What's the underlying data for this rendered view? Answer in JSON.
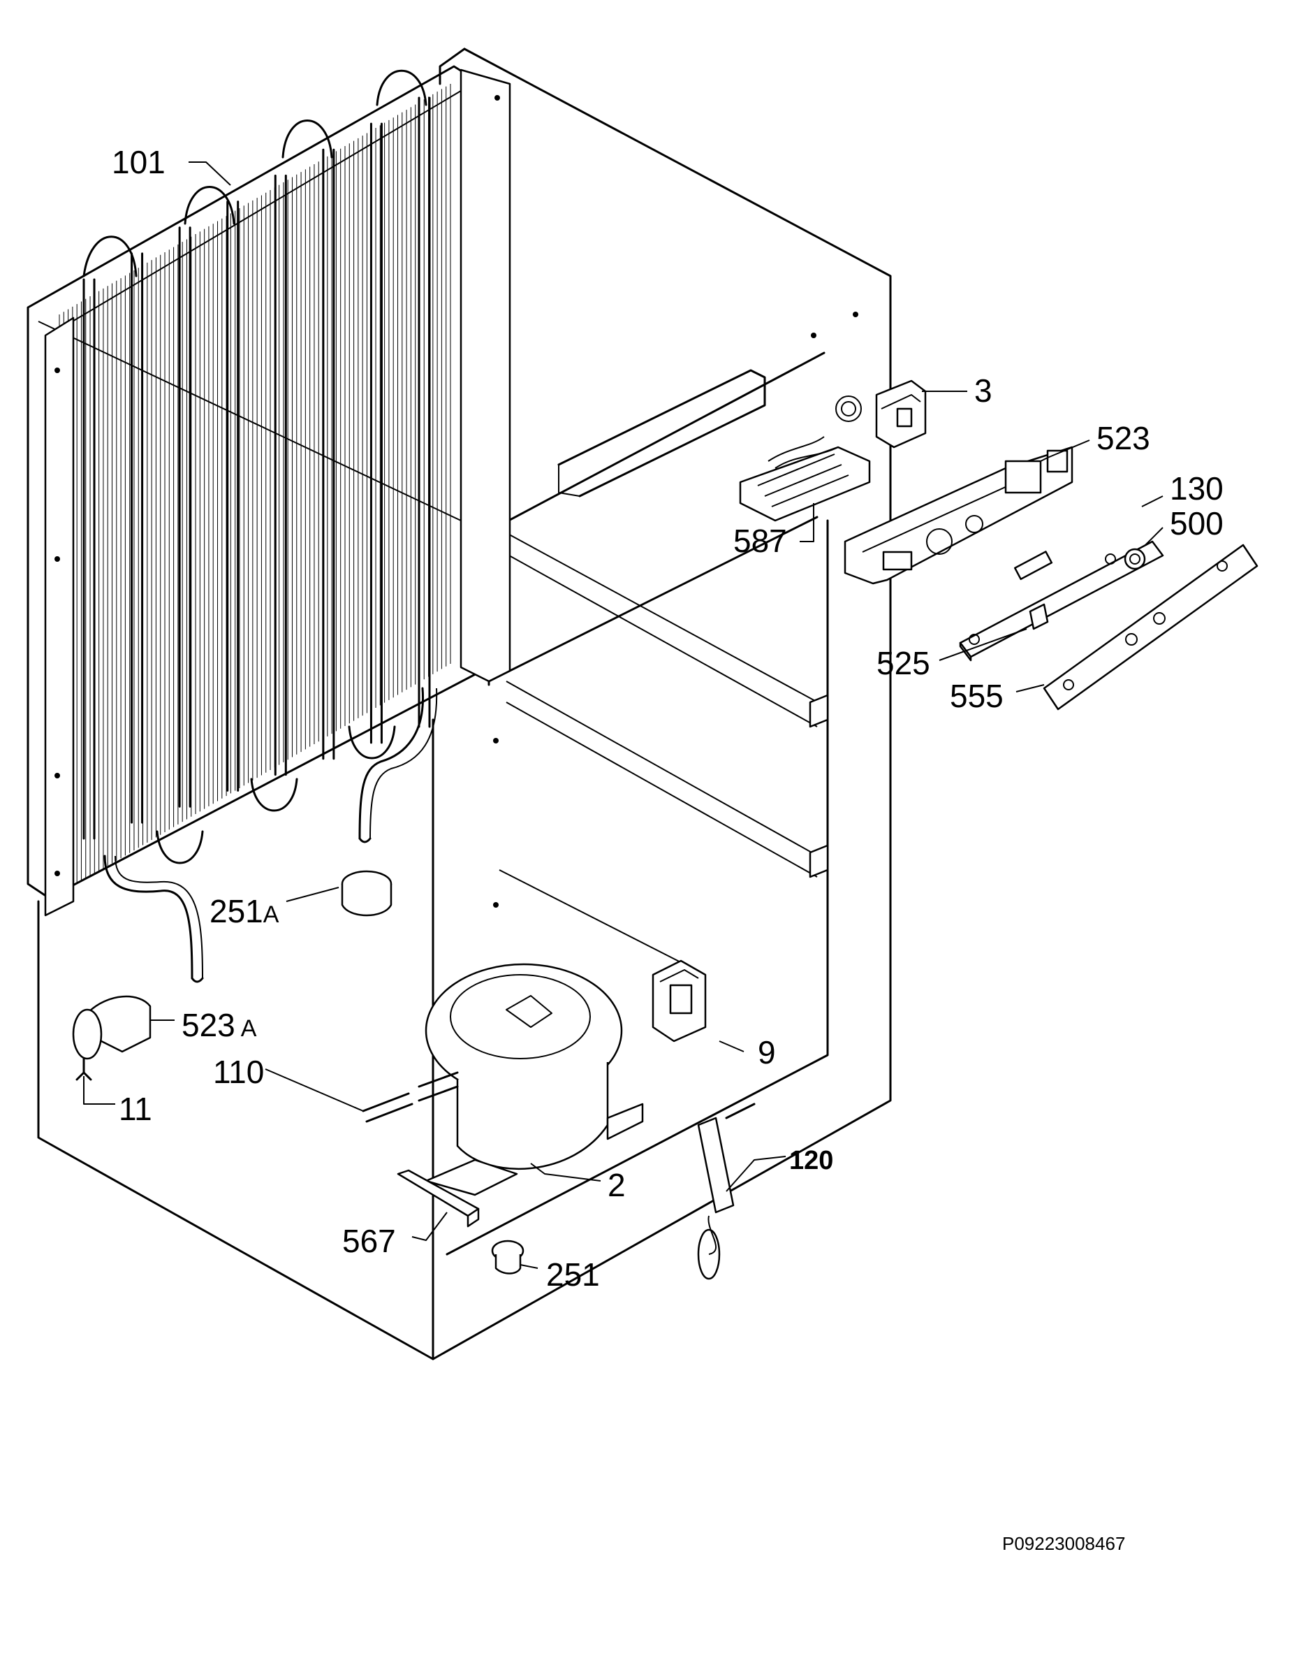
{
  "reference_code": "P09223008467",
  "callouts": [
    {
      "id": "c101",
      "text": "101"
    },
    {
      "id": "c3",
      "text": "3"
    },
    {
      "id": "c523",
      "text": "523"
    },
    {
      "id": "c130",
      "text": "130"
    },
    {
      "id": "c500",
      "text": "500"
    },
    {
      "id": "c587",
      "text": "587"
    },
    {
      "id": "c525",
      "text": "525"
    },
    {
      "id": "c555",
      "text": "555"
    },
    {
      "id": "c251a",
      "text": "251",
      "suffix": "A"
    },
    {
      "id": "c523a",
      "text": "523",
      "suffix": "A"
    },
    {
      "id": "c110",
      "text": "110"
    },
    {
      "id": "c11",
      "text": "11"
    },
    {
      "id": "c9",
      "text": "9"
    },
    {
      "id": "c2",
      "text": "2"
    },
    {
      "id": "c120",
      "text": "120"
    },
    {
      "id": "c567",
      "text": "567"
    },
    {
      "id": "c251",
      "text": "251"
    }
  ]
}
